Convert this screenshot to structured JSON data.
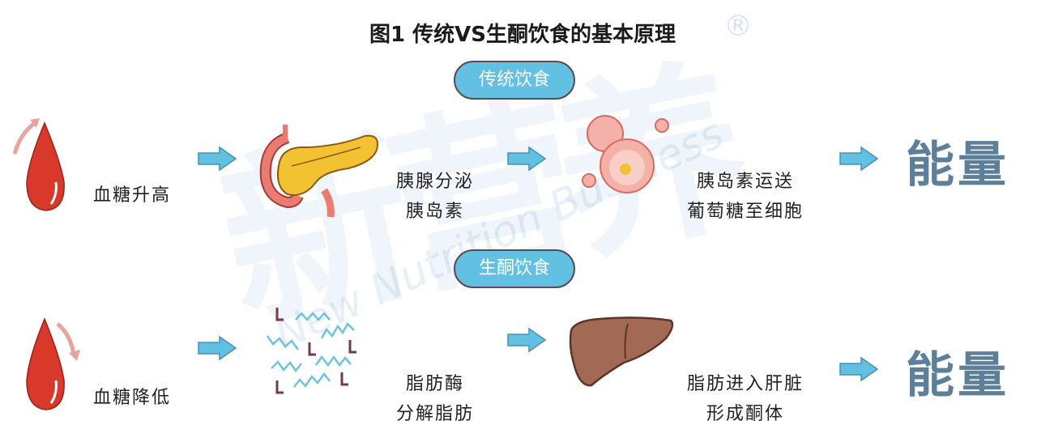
{
  "title": "图1 传统VS生酮饮食的基本原理",
  "watermark": {
    "cn": "新营养",
    "en": "New Nutrition Business",
    "mark": "®"
  },
  "traditional": {
    "pill": "传统饮食",
    "step1": "血糖升高",
    "step2": [
      "胰腺分泌",
      "胰岛素"
    ],
    "step3": [
      "胰岛素运送",
      "葡萄糖至细胞"
    ],
    "result": "能量"
  },
  "keto": {
    "pill": "生酮饮食",
    "step1": "血糖降低",
    "step2": [
      "脂肪酶",
      "分解脂肪"
    ],
    "step3": [
      "脂肪进入肝脏",
      "形成酮体"
    ],
    "result": "能量"
  },
  "colors": {
    "arrow": "#62c0e2",
    "drop": "#d8392b",
    "energy": "#5e7f99"
  }
}
